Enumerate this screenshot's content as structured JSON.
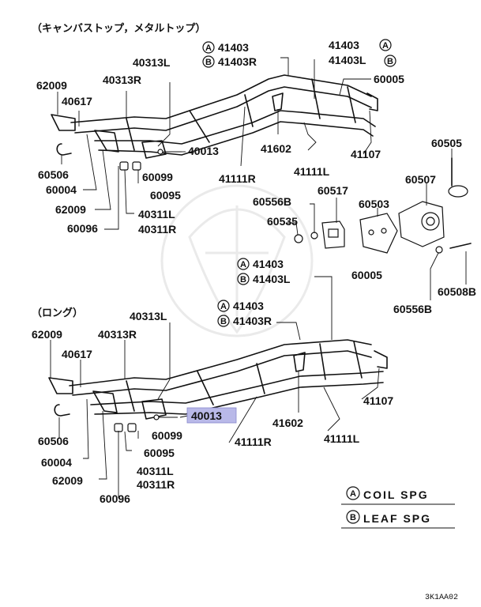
{
  "sections": {
    "top_title": "（キャンバストップ，メタルトップ）",
    "bottom_title": "（ロング）"
  },
  "markers": {
    "a": "A",
    "b": "B"
  },
  "legend": {
    "a_text": "COIL SPG",
    "b_text": "LEAF SPG"
  },
  "highlight": {
    "part_number": "40013",
    "color": "#b9b9e8"
  },
  "top_labels": {
    "l41403_a": "41403",
    "l41403r_b": "41403R",
    "l41403_a2": "41403",
    "l41403l_b": "41403L",
    "l60005": "60005",
    "l40313l": "40313L",
    "l40313r": "40313R",
    "l62009": "62009",
    "l40617": "40617",
    "l60506": "60506",
    "l60004": "60004",
    "l62009b": "62009",
    "l60096": "60096",
    "l40013": "40013",
    "l60099": "60099",
    "l60095": "60095",
    "l40311l": "40311L",
    "l40311r": "40311R",
    "l41111r": "41111R",
    "l41602": "41602",
    "l41111l": "41111L",
    "l41107": "41107"
  },
  "detail_labels": {
    "l60505": "60505",
    "l60507": "60507",
    "l60556b": "60556B",
    "l60517": "60517",
    "l60503": "60503",
    "l60535": "60535",
    "l60508b": "60508B",
    "l60556b2": "60556B"
  },
  "bottom_labels": {
    "l41403_a": "41403",
    "l41403l_b": "41403L",
    "l60005": "60005",
    "l41403_a2": "41403",
    "l41403r_b": "41403R",
    "l40313l": "40313L",
    "l40313r": "40313R",
    "l62009": "62009",
    "l40617": "40617",
    "l41107": "41107",
    "l40013": "40013",
    "l60099": "60099",
    "l60095": "60095",
    "l41602": "41602",
    "l60506": "60506",
    "l60004": "60004",
    "l41111r": "41111R",
    "l41111l": "41111L",
    "l62009b": "62009",
    "l40311l": "40311L",
    "l40311r": "40311R",
    "l60096": "60096"
  },
  "figure_code": "3K1AA02"
}
